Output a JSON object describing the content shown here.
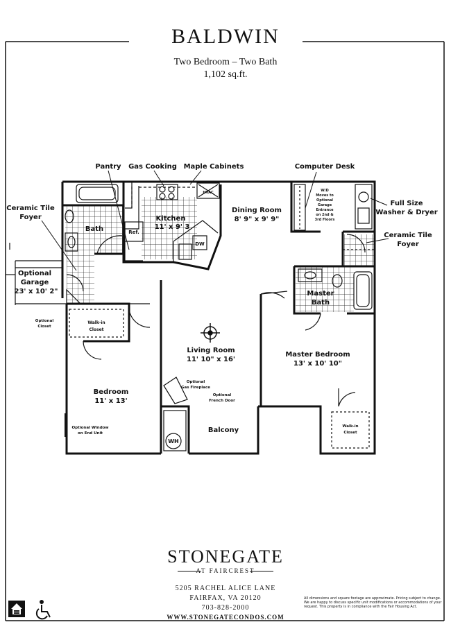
{
  "header": {
    "title": "BALDWIN",
    "subtitle": "Two Bedroom – Two Bath",
    "area": "1,102 sq.ft."
  },
  "rooms": {
    "kitchen": "Kitchen",
    "kitchen_dim": "11' x 9' 3",
    "dining": "Dining Room",
    "dining_dim": "8' 9\" x 9' 9\"",
    "living": "Living Room",
    "living_dim": "11' 10\" x 16'",
    "master_bedroom": "Master Bedroom",
    "master_bedroom_dim": "13' x 10' 10\"",
    "bedroom": "Bedroom",
    "bedroom_dim": "11' x 13'",
    "bath": "Bath",
    "master_bath": "Master",
    "master_bath_2": "Bath",
    "balcony": "Balcony",
    "garage": "Optional",
    "garage_2": "Garage",
    "garage_dim": "23' x 10' 2\"",
    "walkin": "Walk-in",
    "walkin_2": "Closet",
    "walkin_m": "Walk-in",
    "walkin_m2": "Closet"
  },
  "callouts": {
    "pantry": "Pantry",
    "gas_cooking": "Gas Cooking",
    "maple": "Maple Cabinets",
    "computer_desk": "Computer Desk",
    "washer_1": "Full Size",
    "washer_2": "Washer & Dryer",
    "ceramic_left_1": "Ceramic Tile",
    "ceramic_left_2": "Foyer",
    "ceramic_right_1": "Ceramic Tile",
    "ceramic_right_2": "Foyer",
    "opt_closet_1": "Optional",
    "opt_closet_2": "Closet",
    "opt_window_1": "Optional Window",
    "opt_window_2": "on End Unit",
    "fireplace_1": "Optional",
    "fireplace_2": "Gas Fireplace",
    "french_1": "Optional",
    "french_2": "French Door",
    "wd_1": "W/D",
    "wd_2": "Moves to",
    "wd_3": "Optional",
    "wd_4": "Garage",
    "wd_5": "Entrance",
    "wd_6": "on 2nd &",
    "wd_7": "3rd Floors",
    "ref": "Ref.",
    "dw": "DW",
    "wh": "WH",
    "hvac": "HVAC"
  },
  "footer": {
    "brand": "STONEGATE",
    "sub": "AT FAIRCREST",
    "address": "5205 RACHEL ALICE LANE",
    "city": "FAIRFAX, VA 20120",
    "phone": "703-828-2000",
    "web": "WWW.STONEGATECONDOS.COM",
    "disclaimer": "All dimensions and square footage are approximate. Pricing subject to change. We are happy to discuss specific unit modifications or accommodations of your request. This property is in compliance with the Fair Housing Act."
  },
  "icons": [
    "equal-housing-icon",
    "wheelchair-icon",
    "compass-rose-icon"
  ]
}
